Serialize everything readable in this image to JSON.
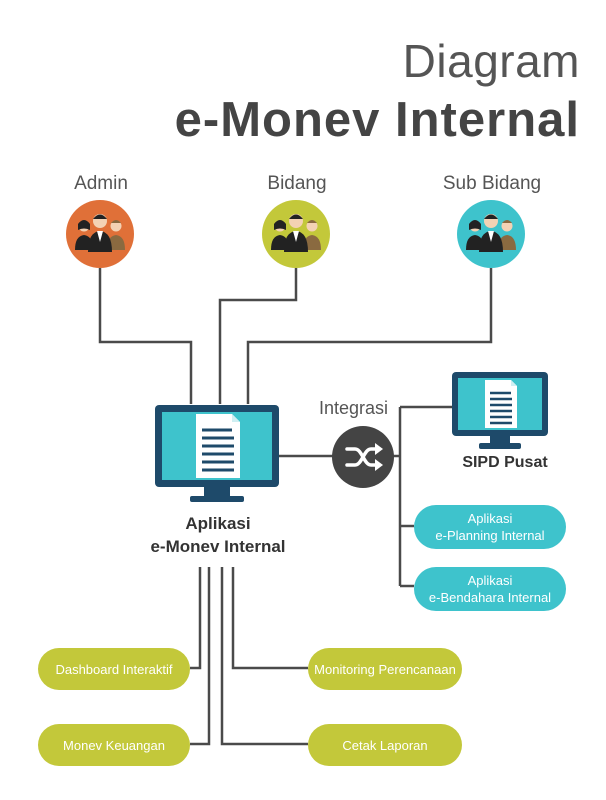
{
  "title": {
    "line1": "Diagram",
    "line2": "e-Monev Internal"
  },
  "roles": [
    {
      "label": "Admin",
      "color": "#e07038"
    },
    {
      "label": "Bidang",
      "color": "#c3c83a"
    },
    {
      "label": "Sub Bidang",
      "color": "#3ec3cc"
    }
  ],
  "integration": {
    "label": "Integrasi",
    "icon": "shuffle-icon"
  },
  "main_app": {
    "line1": "Aplikasi",
    "line2": "e-Monev Internal"
  },
  "sipd": {
    "label": "SIPD Pusat"
  },
  "integrated_apps": [
    {
      "line1": "Aplikasi",
      "line2": "e-Planning Internal"
    },
    {
      "line1": "Aplikasi",
      "line2": "e-Bendahara Internal"
    }
  ],
  "modules": {
    "dashboard": "Dashboard Interaktif",
    "monitoring": "Monitoring Perencanaan",
    "monev": "Monev Keuangan",
    "cetak": "Cetak Laporan"
  },
  "colors": {
    "line": "#4a4a4a",
    "monitor_frame": "#1e4a6a",
    "screen": "#3ec3cc",
    "dark_circle": "#444444"
  }
}
